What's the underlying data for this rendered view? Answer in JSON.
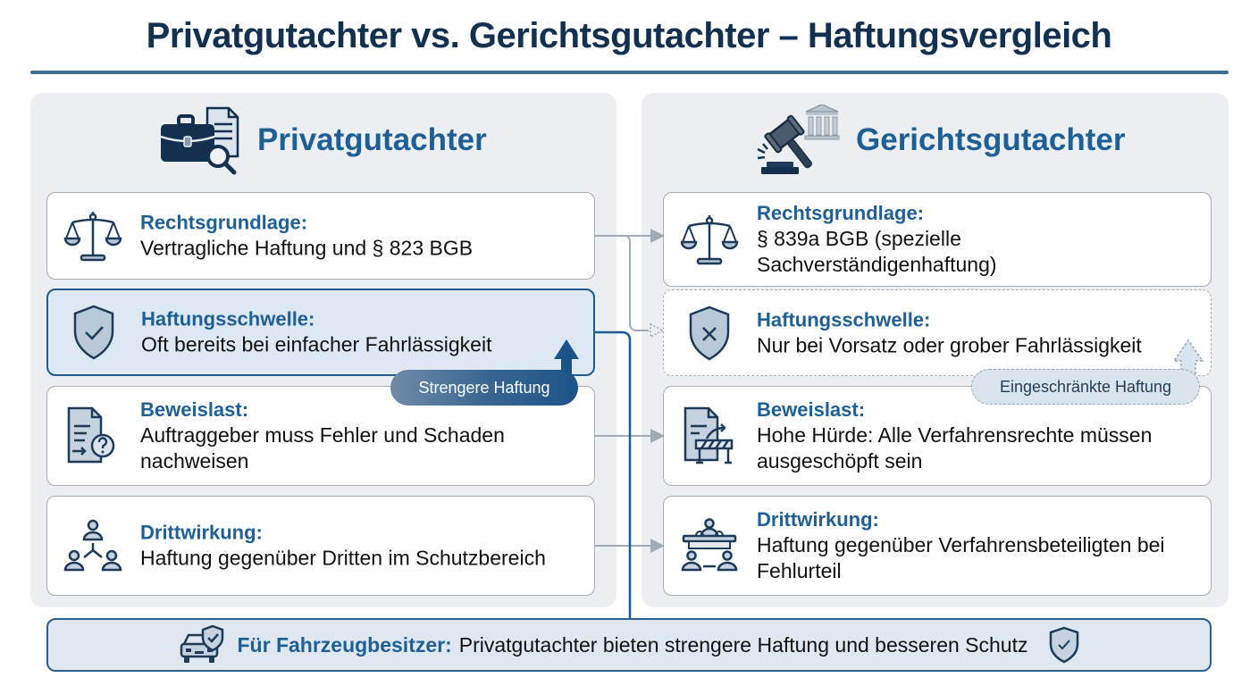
{
  "title": "Privatgutachter vs. Gerichtsgutachter – Haftungsvergleich",
  "colors": {
    "title": "#12304f",
    "accent": "#1e6095",
    "panel_bg": "#eceff2",
    "highlight_bg": "#dde8f2",
    "highlight_border": "#1f5b8f",
    "connector_gray": "#a1abb5"
  },
  "left": {
    "heading": "Privatgutachter",
    "heading_icon": "briefcase-document-magnifier-icon",
    "cards": [
      {
        "icon": "scales-icon",
        "label": "Rechtsgrundlage:",
        "value": "Vertragliche Haftung und § 823 BGB"
      },
      {
        "icon": "shield-check-icon",
        "label": "Haftungsschwelle:",
        "value": "Oft bereits bei einfacher Fahrlässigkeit"
      },
      {
        "icon": "document-question-icon",
        "label": "Beweislast:",
        "value": "Auftraggeber muss Fehler und Schaden nachweisen"
      },
      {
        "icon": "people-network-icon",
        "label": "Drittwirkung:",
        "value": "Haftung gegenüber Dritten im Schutzbereich"
      }
    ],
    "badge": "Strengere Haftung"
  },
  "right": {
    "heading": "Gerichtsgutachter",
    "heading_icon": "gavel-courthouse-icon",
    "cards": [
      {
        "icon": "scales-icon",
        "label": "Rechtsgrundlage:",
        "value": "§ 839a BGB (spezielle Sachverständigenhaftung)"
      },
      {
        "icon": "shield-x-icon",
        "label": "Haftungsschwelle:",
        "value": "Nur bei Vorsatz oder grober Fahrlässigkeit"
      },
      {
        "icon": "document-barrier-icon",
        "label": "Beweislast:",
        "value": "Hohe Hürde: Alle Verfahrensrechte müssen ausgeschöpft sein"
      },
      {
        "icon": "court-bench-icon",
        "label": "Drittwirkung:",
        "value": "Haftung gegenüber Verfahrensbeteiligten bei Fehlurteil"
      }
    ],
    "badge": "Eingeschränkte Haftung"
  },
  "bottom": {
    "icon": "car-shield-icon",
    "label": "Für Fahrzeugbesitzer:",
    "text": "Privatgutachter bieten strengere Haftung und besseren Schutz",
    "end_icon": "shield-check-icon"
  }
}
